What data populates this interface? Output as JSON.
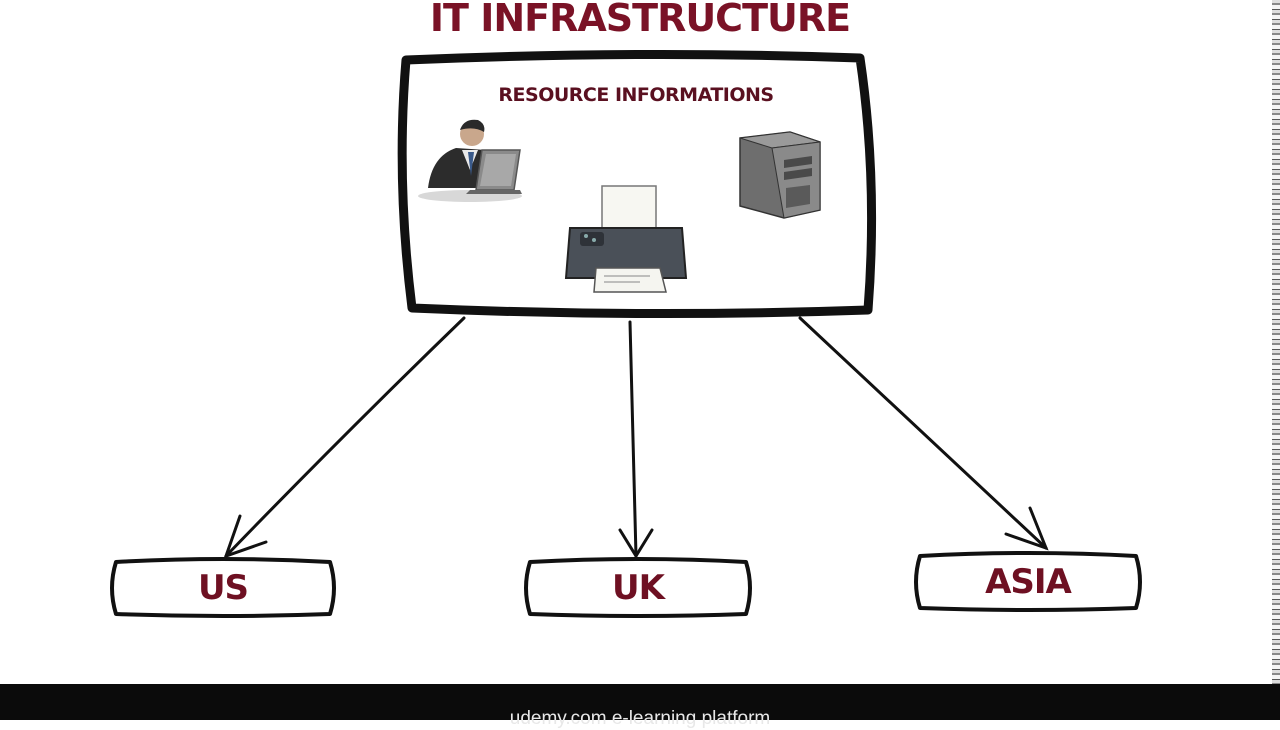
{
  "title": "IT INFRASTRUCTURE",
  "board": {
    "heading": "RESOURCE INFORMATIONS",
    "icons": [
      "person-laptop-icon",
      "printer-icon",
      "server-tower-icon"
    ]
  },
  "regions": [
    {
      "label": "US"
    },
    {
      "label": "UK"
    },
    {
      "label": "ASIA"
    }
  ],
  "footer": {
    "text": "udemy.com e-learning platform"
  },
  "colors": {
    "title": "#7a1226",
    "label": "#6e1022",
    "stroke": "#111111"
  }
}
